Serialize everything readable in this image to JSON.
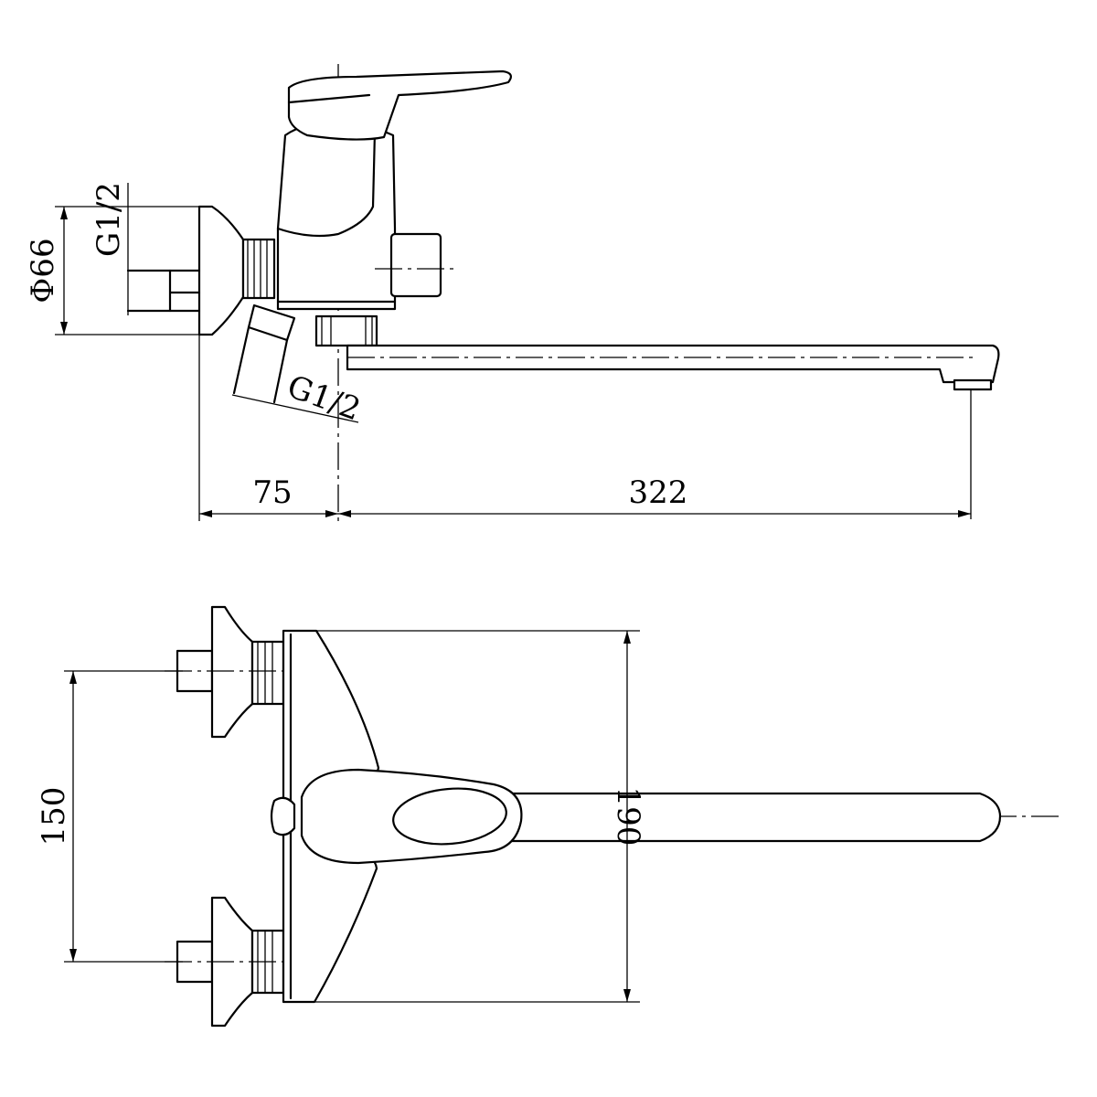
{
  "dimensions": {
    "side_view": {
      "wall_offset": "75",
      "spout_reach": "322",
      "flange_diameter": "Φ66",
      "inlet_thread_top": "G1/2",
      "inlet_thread_angled": "G1/2"
    },
    "top_view": {
      "inlet_spacing": "150",
      "body_height": "190"
    }
  },
  "colors": {
    "line": "#000000",
    "background": "#ffffff"
  }
}
